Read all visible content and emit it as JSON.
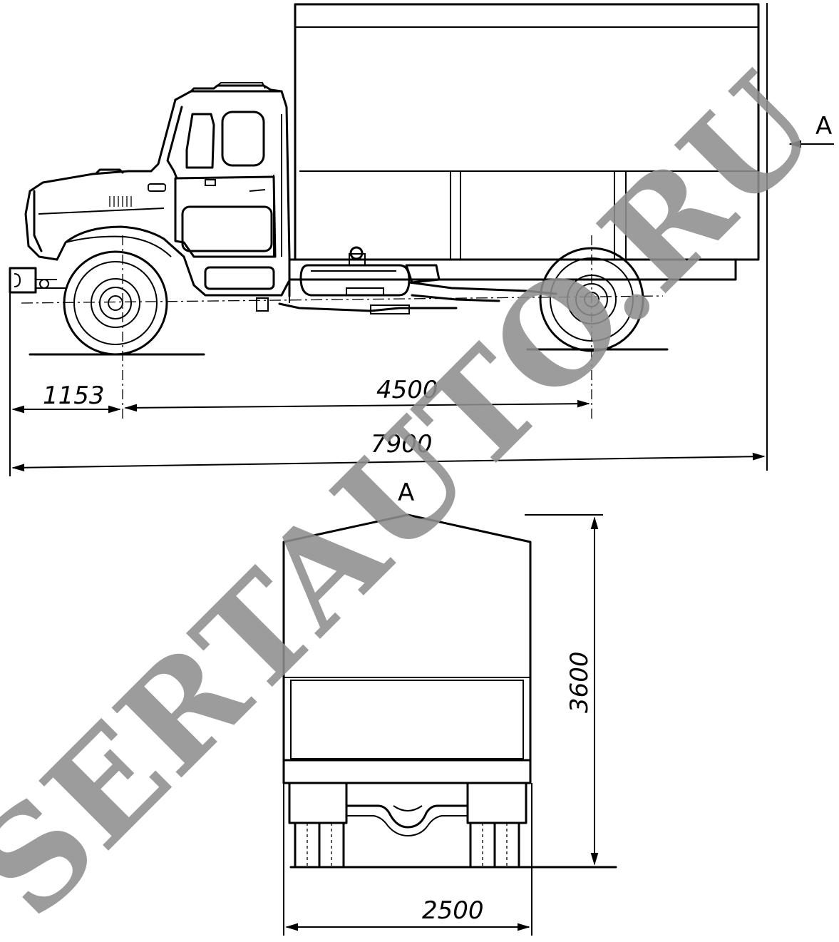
{
  "dimensions": {
    "front_overhang": "1153",
    "wheelbase": "4500",
    "overall_length": "7900",
    "overall_height": "3600",
    "overall_width": "2500"
  },
  "view_labels": {
    "section_arrow": "A",
    "rear_view": "A"
  },
  "watermark": {
    "text": "SERTAUTO.RU"
  },
  "colors": {
    "line": "#000000",
    "watermark": "#8f8f8f",
    "background": "#ffffff"
  }
}
